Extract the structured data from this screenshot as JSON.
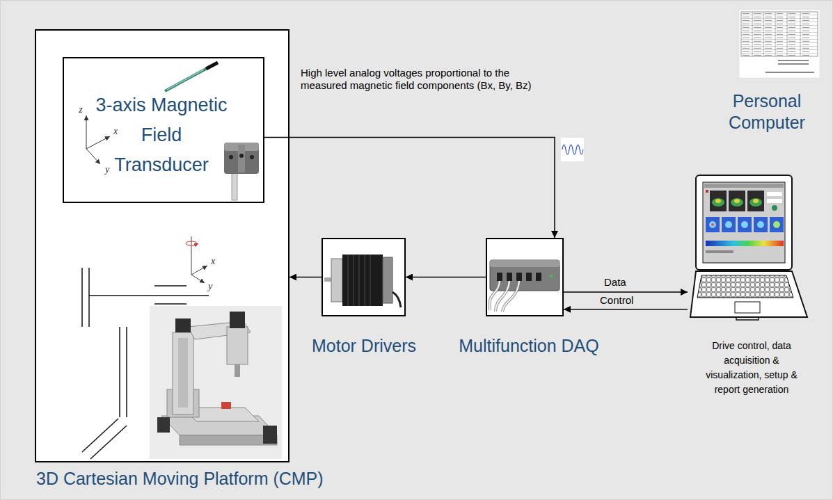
{
  "diagram": {
    "nodes": [
      {
        "text": [
          "3D Cartesian Moving Platform (CMP)"
        ]
      },
      {
        "text": [
          "3-axis Magnetic Field Transducer"
        ],
        "in": 0
      },
      {
        "text": [
          "Motor Drivers"
        ]
      },
      {
        "text": [
          "Multifunction DAQ"
        ]
      },
      {
        "text": [
          "Personal Computer",
          "Drive control, data acquisition & visualization, setup & report generation"
        ]
      }
    ],
    "edges": [
      {
        "from": 1,
        "to": 3,
        "arrow": "to",
        "label": "High level analog voltages proportional to the measured magnetic field components (Bx, By, Bz)"
      },
      {
        "from": 3,
        "to": 2,
        "arrow": "to"
      },
      {
        "from": 2,
        "to": 0,
        "arrow": "to"
      },
      {
        "from": 3,
        "to": 4,
        "arrow": "to",
        "label": "Data"
      },
      {
        "from": 4,
        "to": 3,
        "arrow": "to",
        "label": "Control"
      }
    ],
    "labels": [
      "z",
      "x",
      "y",
      "x",
      "y"
    ]
  }
}
